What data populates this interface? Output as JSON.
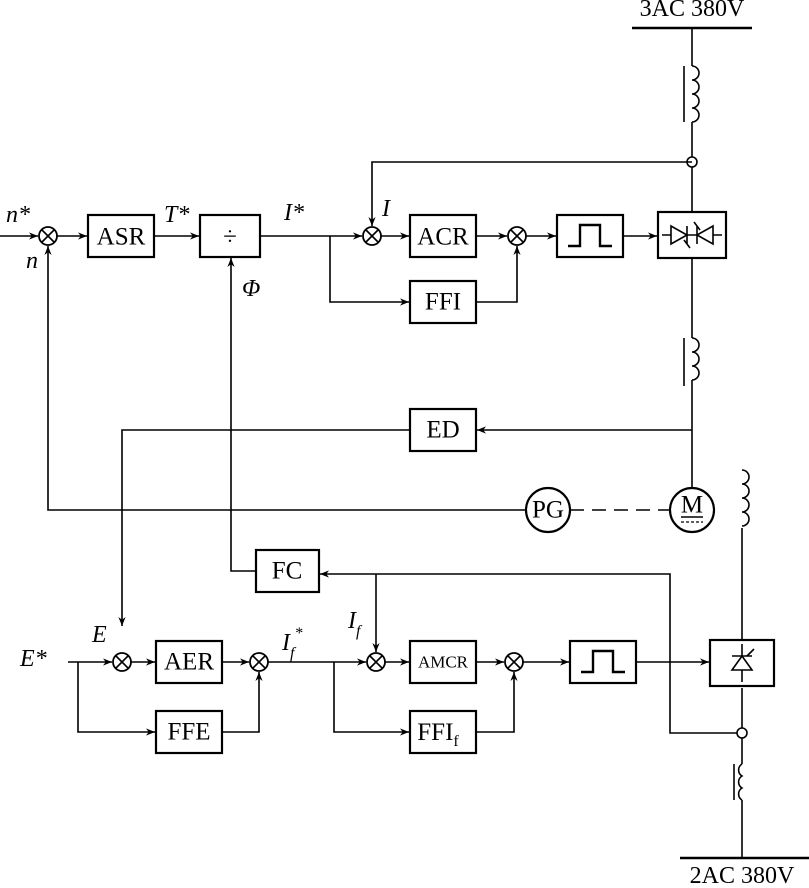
{
  "power": {
    "top_label": "3AC 380V",
    "bottom_label": "2AC 380V"
  },
  "blocks": {
    "asr": "ASR",
    "divider": "÷",
    "acr": "ACR",
    "ffi": "FFI",
    "ed": "ED",
    "pg": "PG",
    "motor": "M",
    "fc": "FC",
    "aer": "AER",
    "ffe": "FFE",
    "amcr": "AMCR",
    "ffi_f_main": "FFI",
    "ffi_f_sub": "f"
  },
  "signals": {
    "n_star": "n*",
    "n": "n",
    "t_star": "T*",
    "i_star": "I*",
    "i": "I",
    "phi": "Φ",
    "e_star": "E*",
    "e": "E",
    "if_star": "I",
    "if_star_sub": "f",
    "if_star_sup": "*",
    "if": "I",
    "if_sub": "f"
  }
}
